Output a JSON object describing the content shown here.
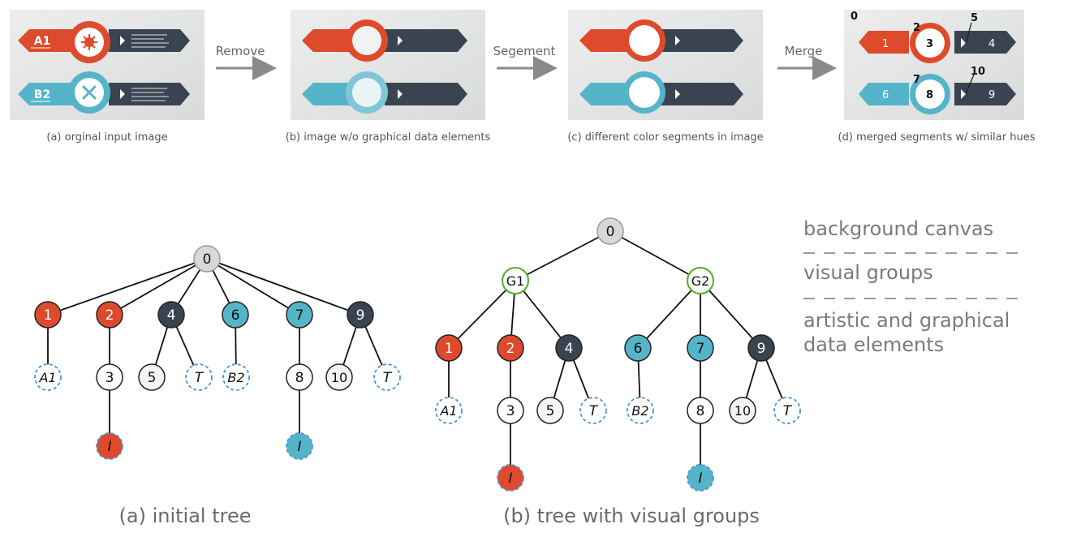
{
  "colors": {
    "red": "#de4a2c",
    "teal": "#55b4c8",
    "dark": "#394450",
    "light_fill": "#f4f4f2",
    "root_fill": "#d8d8d8",
    "group_stroke": "#5fb234",
    "dashed_stroke": "#4c95d6",
    "arrow": "#8a8a8a",
    "caption_text": "#6a6a6a"
  },
  "pipeline": {
    "steps": [
      {
        "caption": "(a) orginal input image"
      },
      {
        "caption": "(b) image w/o graphical data elements"
      },
      {
        "caption": "(c) different color segments in image"
      },
      {
        "caption": "(d) merged segments w/ similar hues"
      }
    ],
    "arrows": [
      "Remove",
      "Segement",
      "Merge"
    ],
    "original": {
      "label_a": "A1",
      "label_b": "B2",
      "icon_a": "virus-icon",
      "icon_b": "tools-icon"
    },
    "merged_labels": [
      "0",
      "1",
      "2",
      "3",
      "4",
      "5",
      "6",
      "7",
      "8",
      "9",
      "10"
    ]
  },
  "legend": [
    "background canvas",
    "visual groups",
    "artistic and graphical data elements"
  ],
  "trees": {
    "initial": {
      "caption": "(a) initial tree",
      "root": "0",
      "level1": [
        "1",
        "2",
        "4",
        "6",
        "7",
        "9"
      ],
      "level2": [
        "A1",
        "3",
        "5",
        "T",
        "B2",
        "8",
        "10",
        "T"
      ],
      "level3": [
        "I",
        "I"
      ]
    },
    "grouped": {
      "caption": "(b) tree with visual groups",
      "root": "0",
      "groups": [
        "G1",
        "G2"
      ],
      "level2": [
        "1",
        "2",
        "4",
        "6",
        "7",
        "9"
      ],
      "level3": [
        "A1",
        "3",
        "5",
        "T",
        "B2",
        "8",
        "10",
        "T"
      ],
      "level4": [
        "I",
        "I"
      ]
    }
  }
}
